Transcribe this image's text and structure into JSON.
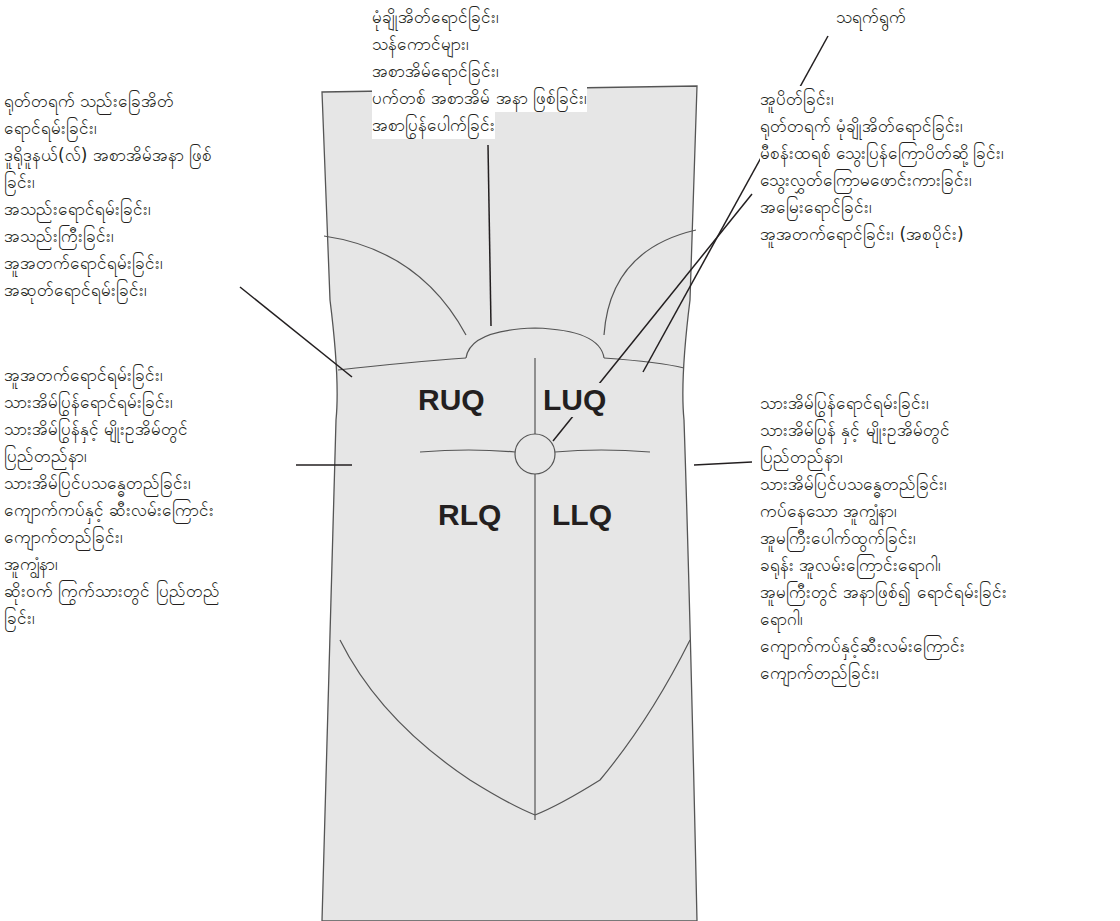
{
  "diagram": {
    "labels": [
      "မုံချိုအိတ်ရောင်ခြင်း၊",
      "သန်ကောင်များ၊",
      "အစာအိမ်ရောင်ခြင်း၊",
      "ပက်တစ် အစာအိမ် အနာ ဖြစ်ခြင်း၊",
      "အစာပြွန်ပေါက်ခြင်း",
      "သရက်ရွက်",
      "ရုတ်တရက် သည်းခြေအိတ် ရောင်ရမ်းခြင်း၊",
      "ဒူရိုဒူနယ်(လ်) အစာအိမ်အနာ ဖြစ်ခြင်း၊",
      "အသည်းရောင်ရမ်းခြင်း၊",
      "အသည်းကြီးခြင်း၊",
      "အူအတက်ရောင်ရမ်းခြင်း၊",
      "အဆုတ်ရောင်ရမ်းခြင်း၊",
      "အူပိတ်ခြင်း၊",
      "ရုတ်တရက် မုံချိုအိတ်ရောင်ခြင်း၊",
      "မီစန်းထရစ် သွေးပြန်ကြောပိတ်ဆို့ခြင်း၊",
      "သွေးလွှတ်ကြောမဖောင်းကားခြင်း၊",
      "အမြေးရောင်ခြင်း၊",
      "အူအတက်ရောင်ခြင်း၊ (အစပိုင်း)",
      "အူအတက်ရောင်ရမ်းခြင်း၊",
      "သားအိမ်ပြွန်ရောင်ရမ်းခြင်း၊",
      "သားအိမ်ပြွန်နှင့် မျိုးဥအိမ်တွင် ပြည်တည်နာ၊",
      "သားအိမ်ပြင်ပသန္ဓေတည်ခြင်း၊",
      "ကျောက်ကပ်နှင့် ဆီးလမ်းကြောင်း ကျောက်တည်ခြင်း၊",
      "အူကျွံနာ၊",
      "ဆိုးဝက် ကြွက်သားတွင် ပြည်တည်ခြင်း၊",
      "သားအိမ်ပြွန်ရောင်ရမ်းခြင်း၊",
      "သားအိမ်ပြွန် နှင့် မျိုးဥအိမ်တွင် ပြည်တည်နာ၊",
      "သားအိမ်ပြင်ပသန္ဓေတည်ခြင်း၊",
      "ကပ်နေသော အူကျွံနာ၊",
      "အူမကြီးပေါက်ထွက်ခြင်း၊",
      "ခရုန်း အူလမ်းကြောင်းရောဂါ၊",
      "အူမကြီးတွင် အနာဖြစ်၍ ရောင်ရမ်းခြင်းရောဂါ၊",
      "ကျောက်ကပ်နှင့်ဆီးလမ်းကြောင်း ကျောက်တည်ခြင်း၊",
      "RUQ",
      "LUQ",
      "RLQ",
      "LLQ"
    ]
  }
}
